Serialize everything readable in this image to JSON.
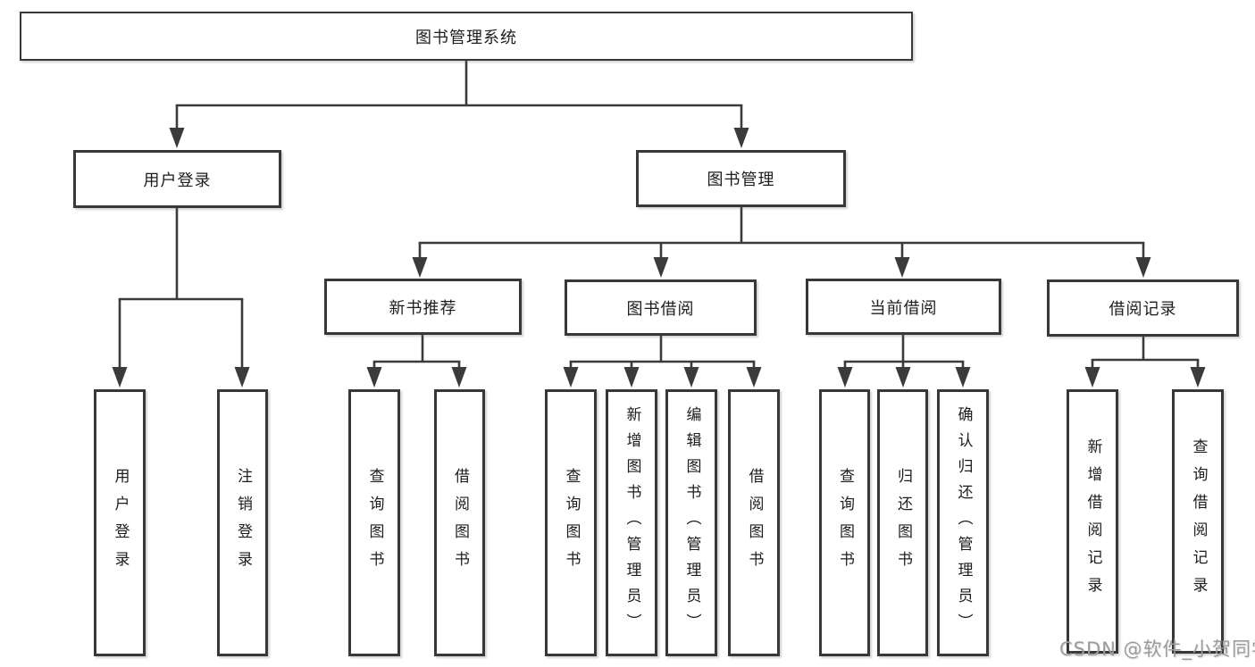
{
  "diagram": {
    "root": {
      "label": "图书管理系统"
    },
    "branches": {
      "user_login": {
        "label": "用户登录",
        "children": {
          "login": {
            "label": "用户登录"
          },
          "logout": {
            "label": "注销登录"
          }
        }
      },
      "book_mgmt": {
        "label": "图书管理",
        "children": {
          "new_book_rec": {
            "label": "新书推荐",
            "children": {
              "query_book": {
                "label": "查询图书"
              },
              "borrow_book": {
                "label": "借阅图书"
              }
            }
          },
          "book_borrow": {
            "label": "图书借阅",
            "children": {
              "query_book": {
                "label": "查询图书"
              },
              "add_book": {
                "label": "新增图书（管理员）"
              },
              "edit_book": {
                "label": "编辑图书（管理员）"
              },
              "borrow_book": {
                "label": "借阅图书"
              }
            }
          },
          "current_borrow": {
            "label": "当前借阅",
            "children": {
              "query_book": {
                "label": "查询图书"
              },
              "return_book": {
                "label": "归还图书"
              },
              "confirm_return": {
                "label": "确认归还（管理员）"
              }
            }
          },
          "borrow_record": {
            "label": "借阅记录",
            "children": {
              "add_record": {
                "label": "新增借阅记录"
              },
              "query_record": {
                "label": "查询借阅记录"
              }
            }
          }
        }
      }
    }
  },
  "watermark": {
    "text": "CSDN @软件_小贺同学"
  },
  "colors": {
    "line": "#3b3b3b",
    "border": "#383838",
    "text": "#1d1d1d",
    "background": "#ffffff",
    "watermark": "#9c9c9c"
  }
}
